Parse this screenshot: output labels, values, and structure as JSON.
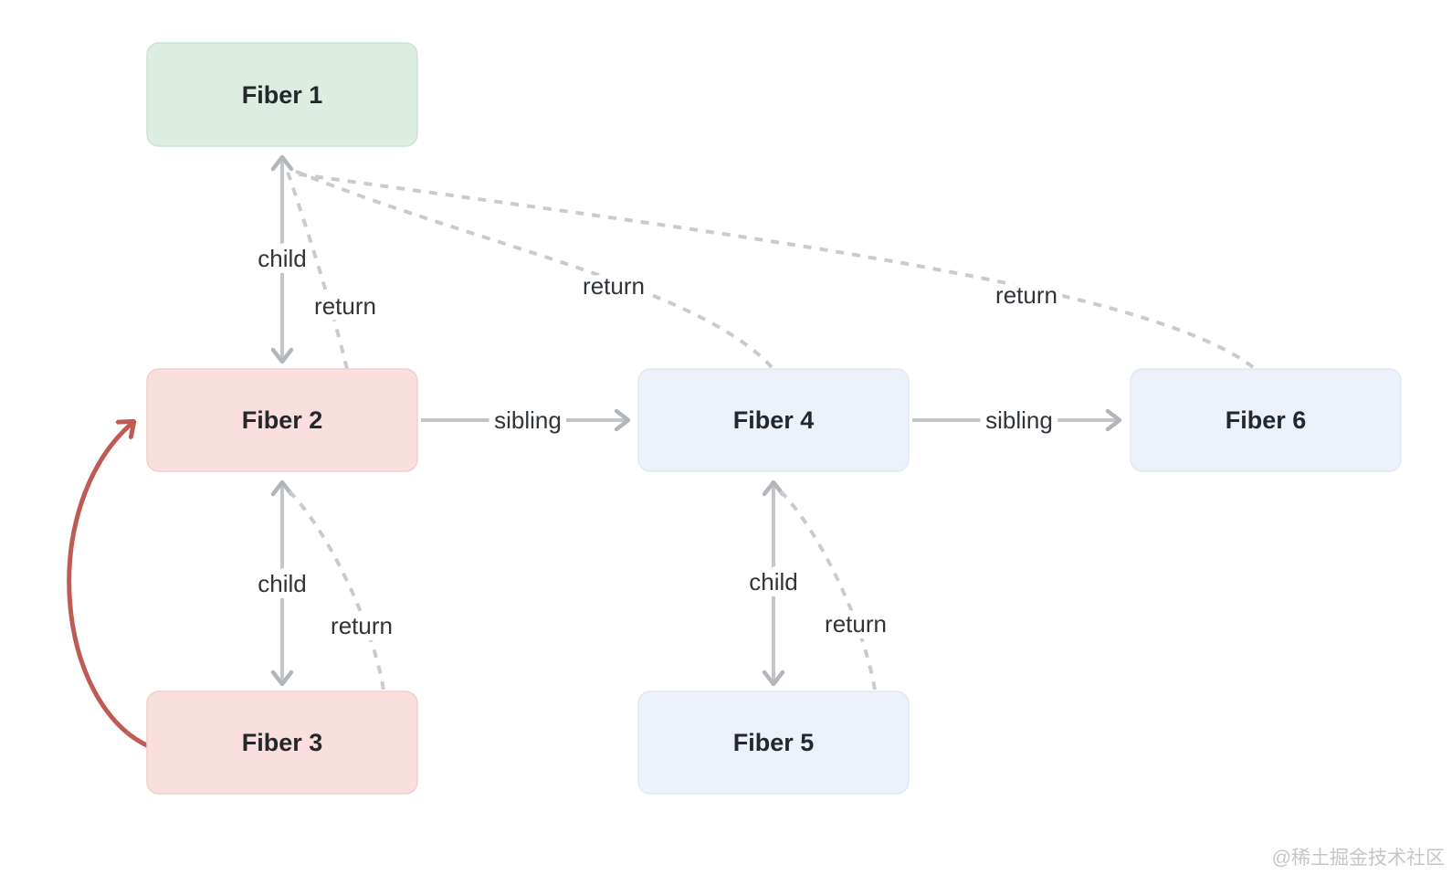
{
  "colors": {
    "background": "#FFFFFF",
    "node_green_fill": "#DDEDE2",
    "node_green_border": "#CCE3D5",
    "node_pink_fill": "#F9E0DF",
    "node_pink_border": "#F1CFCD",
    "node_blue_fill": "#EDF1FA",
    "node_blue_border": "#E1E8F5",
    "node_text": "#24272C",
    "edge_label_text": "#2F3439",
    "arrow_gray": "#C3C6C9",
    "arrowhead_gray": "#B2B6BA",
    "dash_gray": "#C9CCCF",
    "loop_red": "#BF5A55",
    "watermark_gray": "#C6C6C6"
  },
  "nodes": [
    {
      "id": "fiber-1",
      "label": "Fiber 1",
      "variant": "green"
    },
    {
      "id": "fiber-2",
      "label": "Fiber 2",
      "variant": "pink"
    },
    {
      "id": "fiber-3",
      "label": "Fiber 3",
      "variant": "pink"
    },
    {
      "id": "fiber-4",
      "label": "Fiber 4",
      "variant": "blue"
    },
    {
      "id": "fiber-5",
      "label": "Fiber 5",
      "variant": "blue"
    },
    {
      "id": "fiber-6",
      "label": "Fiber 6",
      "variant": "blue"
    }
  ],
  "edges": [
    {
      "id": "child-f1-f2",
      "from": "Fiber 1",
      "to": "Fiber 2",
      "type": "child",
      "style": "solid",
      "label": "child"
    },
    {
      "id": "return-f2-f1",
      "from": "Fiber 2",
      "to": "Fiber 1",
      "type": "return",
      "style": "dashed",
      "label": "return"
    },
    {
      "id": "sibling-f2-f4",
      "from": "Fiber 2",
      "to": "Fiber 4",
      "type": "sibling",
      "style": "solid",
      "label": "sibling"
    },
    {
      "id": "return-f4-f1",
      "from": "Fiber 4",
      "to": "Fiber 1",
      "type": "return",
      "style": "dashed",
      "label": "return"
    },
    {
      "id": "return-f6-f1",
      "from": "Fiber 6",
      "to": "Fiber 1",
      "type": "return",
      "style": "dashed",
      "label": "return"
    },
    {
      "id": "child-f2-f3",
      "from": "Fiber 2",
      "to": "Fiber 3",
      "type": "child",
      "style": "solid",
      "label": "child"
    },
    {
      "id": "return-f3-f2",
      "from": "Fiber 3",
      "to": "Fiber 2",
      "type": "return",
      "style": "dashed",
      "label": "return"
    },
    {
      "id": "child-f4-f5",
      "from": "Fiber 4",
      "to": "Fiber 5",
      "type": "child",
      "style": "solid",
      "label": "child"
    },
    {
      "id": "return-f5-f4",
      "from": "Fiber 5",
      "to": "Fiber 4",
      "type": "return",
      "style": "dashed",
      "label": "return"
    },
    {
      "id": "sibling-f4-f6",
      "from": "Fiber 4",
      "to": "Fiber 6",
      "type": "sibling",
      "style": "solid",
      "label": "sibling"
    },
    {
      "id": "loop-f3-f2",
      "from": "Fiber 3",
      "to": "Fiber 2",
      "type": "loop",
      "style": "solid-curve-red",
      "label": ""
    }
  ],
  "watermark": {
    "text": "@稀土掘金技术社区"
  }
}
